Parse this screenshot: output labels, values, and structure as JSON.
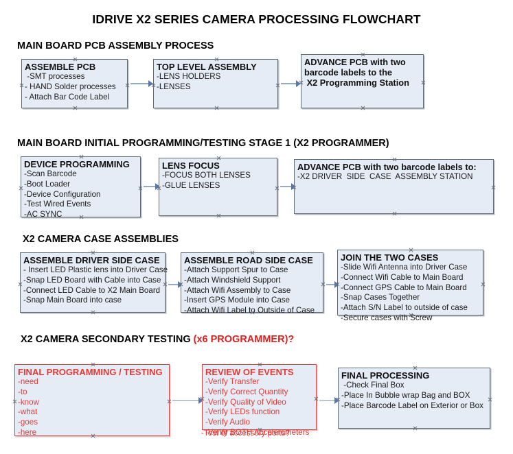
{
  "document": {
    "title": "IDRIVE X2  SERIES CAMERA PROCESSING FLOWCHART"
  },
  "sections": [
    {
      "id": "main-board-pcb-assembly-process",
      "heading": "MAIN BOARD PCB ASSEMBLY PROCESS",
      "heading_red": ""
    },
    {
      "id": "main-board-initial-programming",
      "heading": "MAIN BOARD INITIAL PROGRAMMING/TESTING STAGE 1 (X2 PROGRAMMER)",
      "heading_red": ""
    },
    {
      "id": "x2-camera-case-assemblies",
      "heading": "X2 CAMERA CASE ASSEMBLIES",
      "heading_red": ""
    },
    {
      "id": "x2-camera-secondary-testing",
      "heading": "X2 CAMERA SECONDARY TESTING ",
      "heading_red": "(x6 PROGRAMMER)?"
    }
  ],
  "nodes": {
    "assemble_pcb": {
      "title": "ASSEMBLE PCB",
      "lines": [
        " -SMT processes",
        "- HAND Solder processes",
        "- Attach Bar Code Label"
      ]
    },
    "top_level_assembly": {
      "title": "TOP LEVEL ASSEMBLY",
      "lines": [
        "-LENS HOLDERS",
        "-LENSES"
      ]
    },
    "advance_pcb_station": {
      "title": "ADVANCE PCB with two\nbarcode labels to the\n X2 Programming Station",
      "lines": []
    },
    "device_programming": {
      "title": "DEVICE PROGRAMMING",
      "lines": [
        "-Scan Barcode",
        "-Boot Loader",
        "-Device Configuration",
        "-Test Wired Events",
        "-AC SYNC"
      ]
    },
    "lens_focus": {
      "title": "LENS FOCUS",
      "lines": [
        "-FOCUS BOTH LENSES",
        "-GLUE LENSES"
      ]
    },
    "advance_pcb_case_station": {
      "title": "ADVANCE PCB with two barcode labels to:",
      "lines": [
        "-X2 DRIVER  SIDE  CASE  ASSEMBLY STATION"
      ]
    },
    "assemble_driver_side_case": {
      "title": "ASSEMBLE DRIVER SIDE CASE",
      "lines": [
        "- Insert LED Plastic lens into Driver Case",
        "-Snap LED Board with Cable into Case",
        "-Connect LED Cable to X2 Main Board",
        "-Snap Main Board into case"
      ]
    },
    "assemble_road_side_case": {
      "title": "ASSEMBLE ROAD SIDE CASE",
      "lines": [
        "-Attach Support Spur to Case",
        "-Attach Windshield Support",
        "-Attach Wifi Assembly to Case",
        "-Insert GPS Module into Case",
        "-Attach Wifi Label to Outside of Case"
      ]
    },
    "join_the_two_cases": {
      "title": "JOIN THE TWO CASES",
      "lines": [
        "-Slide Wifi Antenna into Driver Case",
        "-Connect Wifi Cable to Main Board",
        "-Connect GPS Cable to Main Board",
        "-Snap Cases Together",
        "-Attach S/N Label to outside of case",
        "-Secure cases with Screw"
      ]
    },
    "final_programming_testing": {
      "title": "FINAL PROGRAMMING / TESTING",
      "lines": [
        "-need",
        "-to",
        "-know",
        "-what",
        "-goes",
        "-here"
      ]
    },
    "review_of_events": {
      "title": "REVIEW OF EVENTS",
      "lines": [
        "-Verify Transfer",
        "-Verify Correct Quantity",
        "-Verify Quality of Video",
        "-Verify LEDs function",
        "-Verify Audio",
        "-Verify BOTH Accelerometers"
      ],
      "overflow_line": "-Test of accessory ports?"
    },
    "final_processing": {
      "title": "FINAL PROCESSING",
      "lines": [
        " -Check Final Box",
        "-Place In Bubble wrap Bag and BOX",
        "-Place Barcode Label on Exterior or Box"
      ]
    }
  },
  "colors": {
    "node_fill": "#e6ecf5",
    "node_border": "#5f6a76",
    "red_accent": "#e53935",
    "connector": "#95aac4",
    "text": "#111111"
  }
}
